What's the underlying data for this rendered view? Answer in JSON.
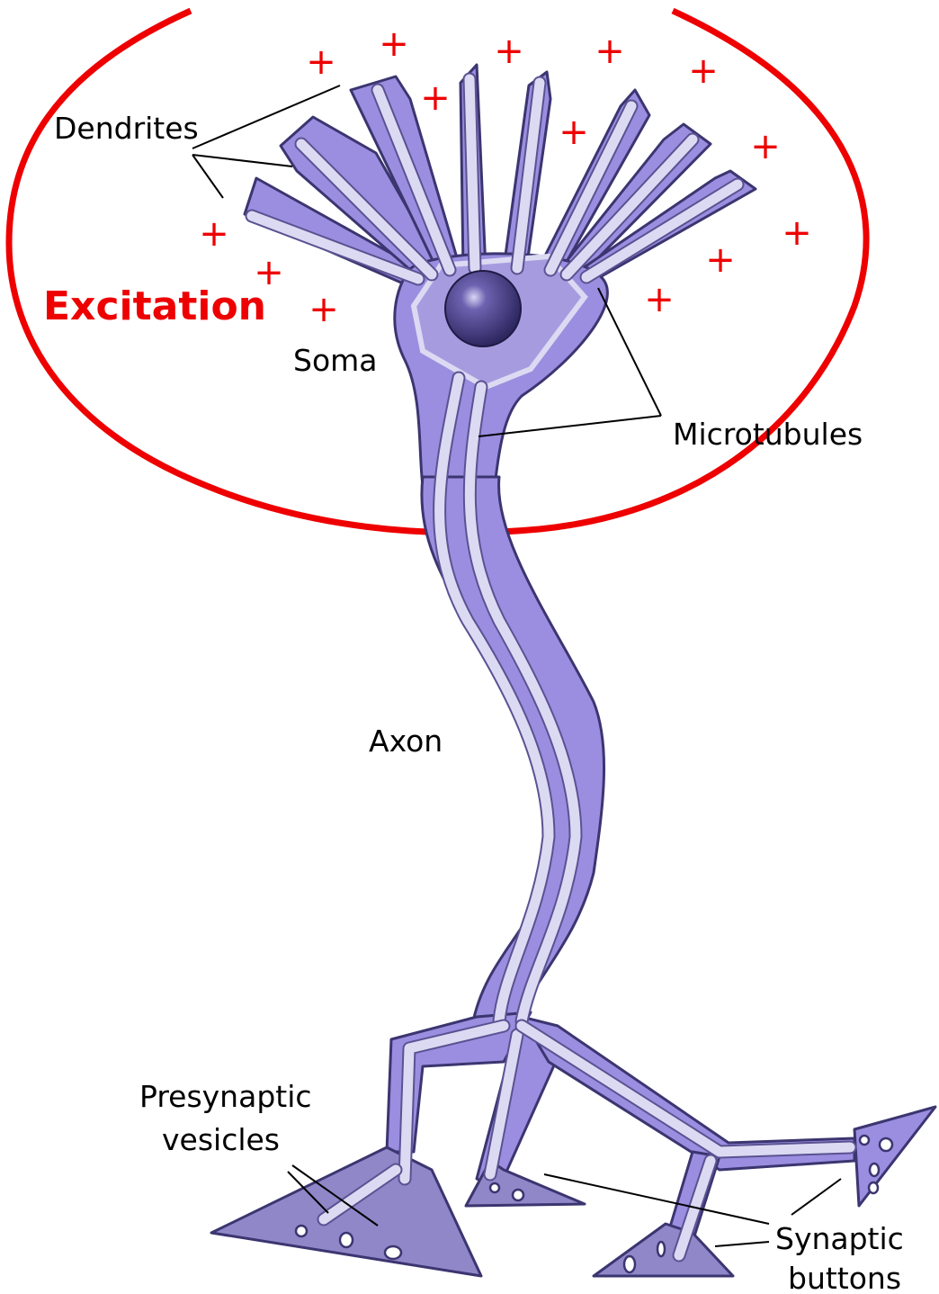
{
  "labels": {
    "dendrites": "Dendrites",
    "excitation": "Excitation",
    "soma": "Soma",
    "microtubules": "Microtubules",
    "axon": "Axon",
    "presynaptic_line1": "Presynaptic",
    "presynaptic_line2": "vesicles",
    "synaptic_line1": "Synaptic",
    "synaptic_line2": "buttons"
  },
  "plus_sign": "+",
  "colors": {
    "excitation_ring": "#ee0000",
    "neuron_body": "#9b8ee0",
    "neuron_outline": "#3b3570",
    "nucleus": "#3d3378",
    "microtubule": "#dcdaf2"
  }
}
